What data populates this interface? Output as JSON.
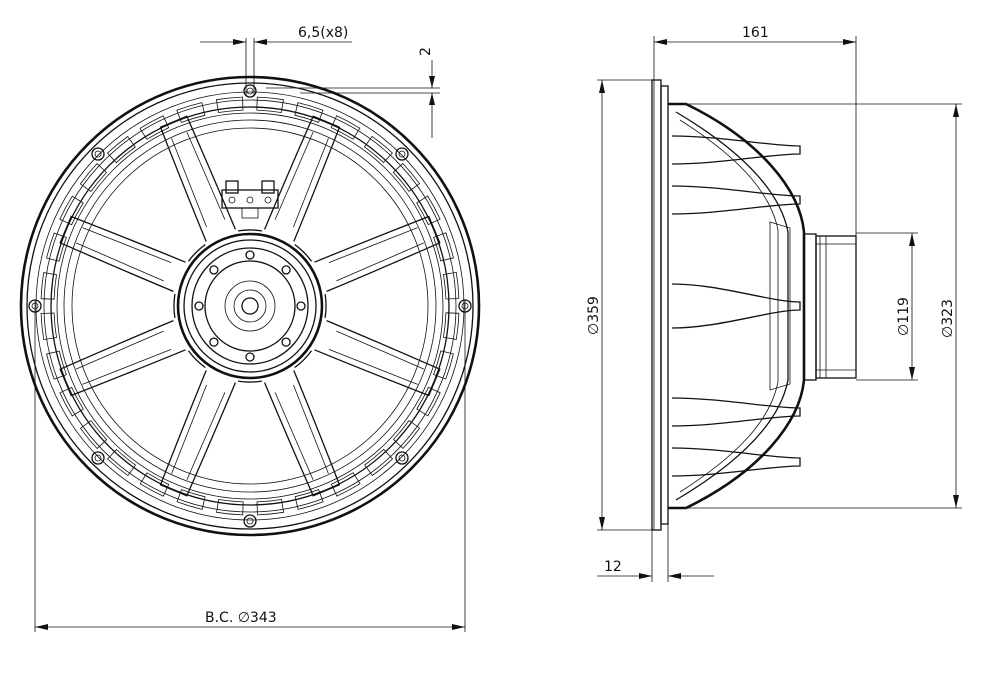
{
  "front_view": {
    "hole_label": "6,5(x8)",
    "flange_offset_label": "2",
    "bolt_circle_label": "B.C. ∅343"
  },
  "side_view": {
    "depth_label": "161",
    "outer_diameter_label": "∅359",
    "magnet_diameter_label": "∅119",
    "baffle_cutout_label": "∅323",
    "flange_thickness_label": "12"
  }
}
